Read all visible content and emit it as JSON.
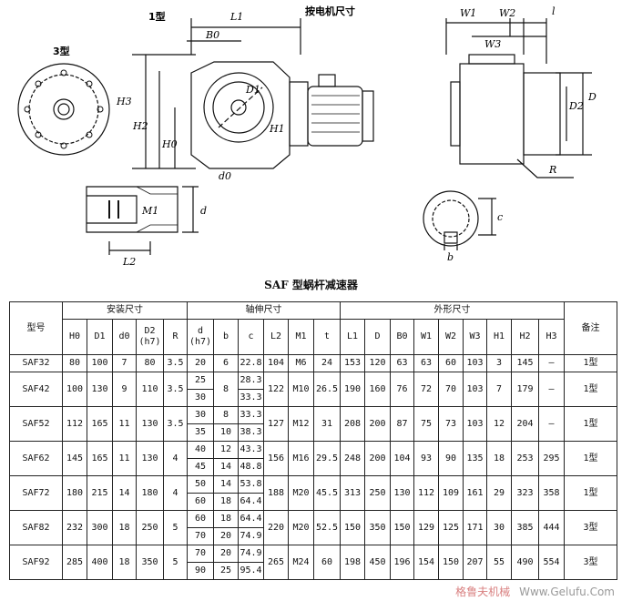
{
  "drawing": {
    "labels": {
      "type1": "1型",
      "type3": "3型",
      "L1": "L1",
      "motor": "按电机尺寸",
      "B0": "B0",
      "D1": "D1",
      "H3": "H3",
      "H2": "H2",
      "H0": "H0",
      "H1": "H1",
      "d0": "d0",
      "d": "d",
      "M1": "M1",
      "L2": "L2",
      "W1": "W1",
      "W2": "W2",
      "W3": "W3",
      "l": "l",
      "D2": "D2",
      "D": "D",
      "R": "R",
      "c": "c",
      "b": "b"
    }
  },
  "title": "SAF 型蜗杆减速器",
  "table": {
    "model_header": "型号",
    "note_header": "备注",
    "groups": [
      "安装尺寸",
      "轴伸尺寸",
      "外形尺寸"
    ],
    "columns": [
      "H0",
      "D1",
      "d0",
      "D2 (h7)",
      "R",
      "d (h7)",
      "b",
      "c",
      "L2",
      "M1",
      "t",
      "L1",
      "D",
      "B0",
      "W1",
      "W2",
      "W3",
      "H1",
      "H2",
      "H3"
    ],
    "rows": [
      {
        "model": "SAF32",
        "H0": "80",
        "D1": "100",
        "d0": "7",
        "D2": "80",
        "R": "3.5",
        "shaft": [
          [
            "20",
            "6",
            "22.8"
          ]
        ],
        "L2": "104",
        "M1": "M6",
        "t": "24",
        "L1": "153",
        "D": "120",
        "B0": "63",
        "W1": "63",
        "W2": "60",
        "W3": "103",
        "H1": "3",
        "H2": "145",
        "H3": "—",
        "note": "1型"
      },
      {
        "model": "SAF42",
        "H0": "100",
        "D1": "130",
        "d0": "9",
        "D2": "110",
        "R": "3.5",
        "shaft": [
          [
            "25",
            "8",
            "28.3"
          ],
          [
            "30",
            "",
            "33.3"
          ]
        ],
        "L2": "122",
        "M1": "M10",
        "t": "26.5",
        "L1": "190",
        "D": "160",
        "B0": "76",
        "W1": "72",
        "W2": "70",
        "W3": "103",
        "H1": "7",
        "H2": "179",
        "H3": "—",
        "note": "1型"
      },
      {
        "model": "SAF52",
        "H0": "112",
        "D1": "165",
        "d0": "11",
        "D2": "130",
        "R": "3.5",
        "shaft": [
          [
            "30",
            "8",
            "33.3"
          ],
          [
            "35",
            "10",
            "38.3"
          ]
        ],
        "L2": "127",
        "M1": "M12",
        "t": "31",
        "L1": "208",
        "D": "200",
        "B0": "87",
        "W1": "75",
        "W2": "73",
        "W3": "103",
        "H1": "12",
        "H2": "204",
        "H3": "—",
        "note": "1型"
      },
      {
        "model": "SAF62",
        "H0": "145",
        "D1": "165",
        "d0": "11",
        "D2": "130",
        "R": "4",
        "shaft": [
          [
            "40",
            "12",
            "43.3"
          ],
          [
            "45",
            "14",
            "48.8"
          ]
        ],
        "L2": "156",
        "M1": "M16",
        "t": "29.5",
        "L1": "248",
        "D": "200",
        "B0": "104",
        "W1": "93",
        "W2": "90",
        "W3": "135",
        "H1": "18",
        "H2": "253",
        "H3": "295",
        "note": "1型"
      },
      {
        "model": "SAF72",
        "H0": "180",
        "D1": "215",
        "d0": "14",
        "D2": "180",
        "R": "4",
        "shaft": [
          [
            "50",
            "14",
            "53.8"
          ],
          [
            "60",
            "18",
            "64.4"
          ]
        ],
        "L2": "188",
        "M1": "M20",
        "t": "45.5",
        "L1": "313",
        "D": "250",
        "B0": "130",
        "W1": "112",
        "W2": "109",
        "W3": "161",
        "H1": "29",
        "H2": "323",
        "H3": "358",
        "note": "1型"
      },
      {
        "model": "SAF82",
        "H0": "232",
        "D1": "300",
        "d0": "18",
        "D2": "250",
        "R": "5",
        "shaft": [
          [
            "60",
            "18",
            "64.4"
          ],
          [
            "70",
            "20",
            "74.9"
          ]
        ],
        "L2": "220",
        "M1": "M20",
        "t": "52.5",
        "L1": "150",
        "D": "350",
        "B0": "150",
        "W1": "129",
        "W2": "125",
        "W3": "171",
        "H1": "30",
        "H2": "385",
        "H3": "444",
        "note": "3型"
      },
      {
        "model": "SAF92",
        "H0": "285",
        "D1": "400",
        "d0": "18",
        "D2": "350",
        "R": "5",
        "shaft": [
          [
            "70",
            "20",
            "74.9"
          ],
          [
            "90",
            "25",
            "95.4"
          ]
        ],
        "L2": "265",
        "M1": "M24",
        "t": "60",
        "L1": "198",
        "D": "450",
        "B0": "196",
        "W1": "154",
        "W2": "150",
        "W3": "207",
        "H1": "55",
        "H2": "490",
        "H3": "554",
        "note": "3型"
      }
    ]
  },
  "watermark": {
    "name": "格鲁夫机械",
    "url": "Www.Gelufu.Com"
  }
}
